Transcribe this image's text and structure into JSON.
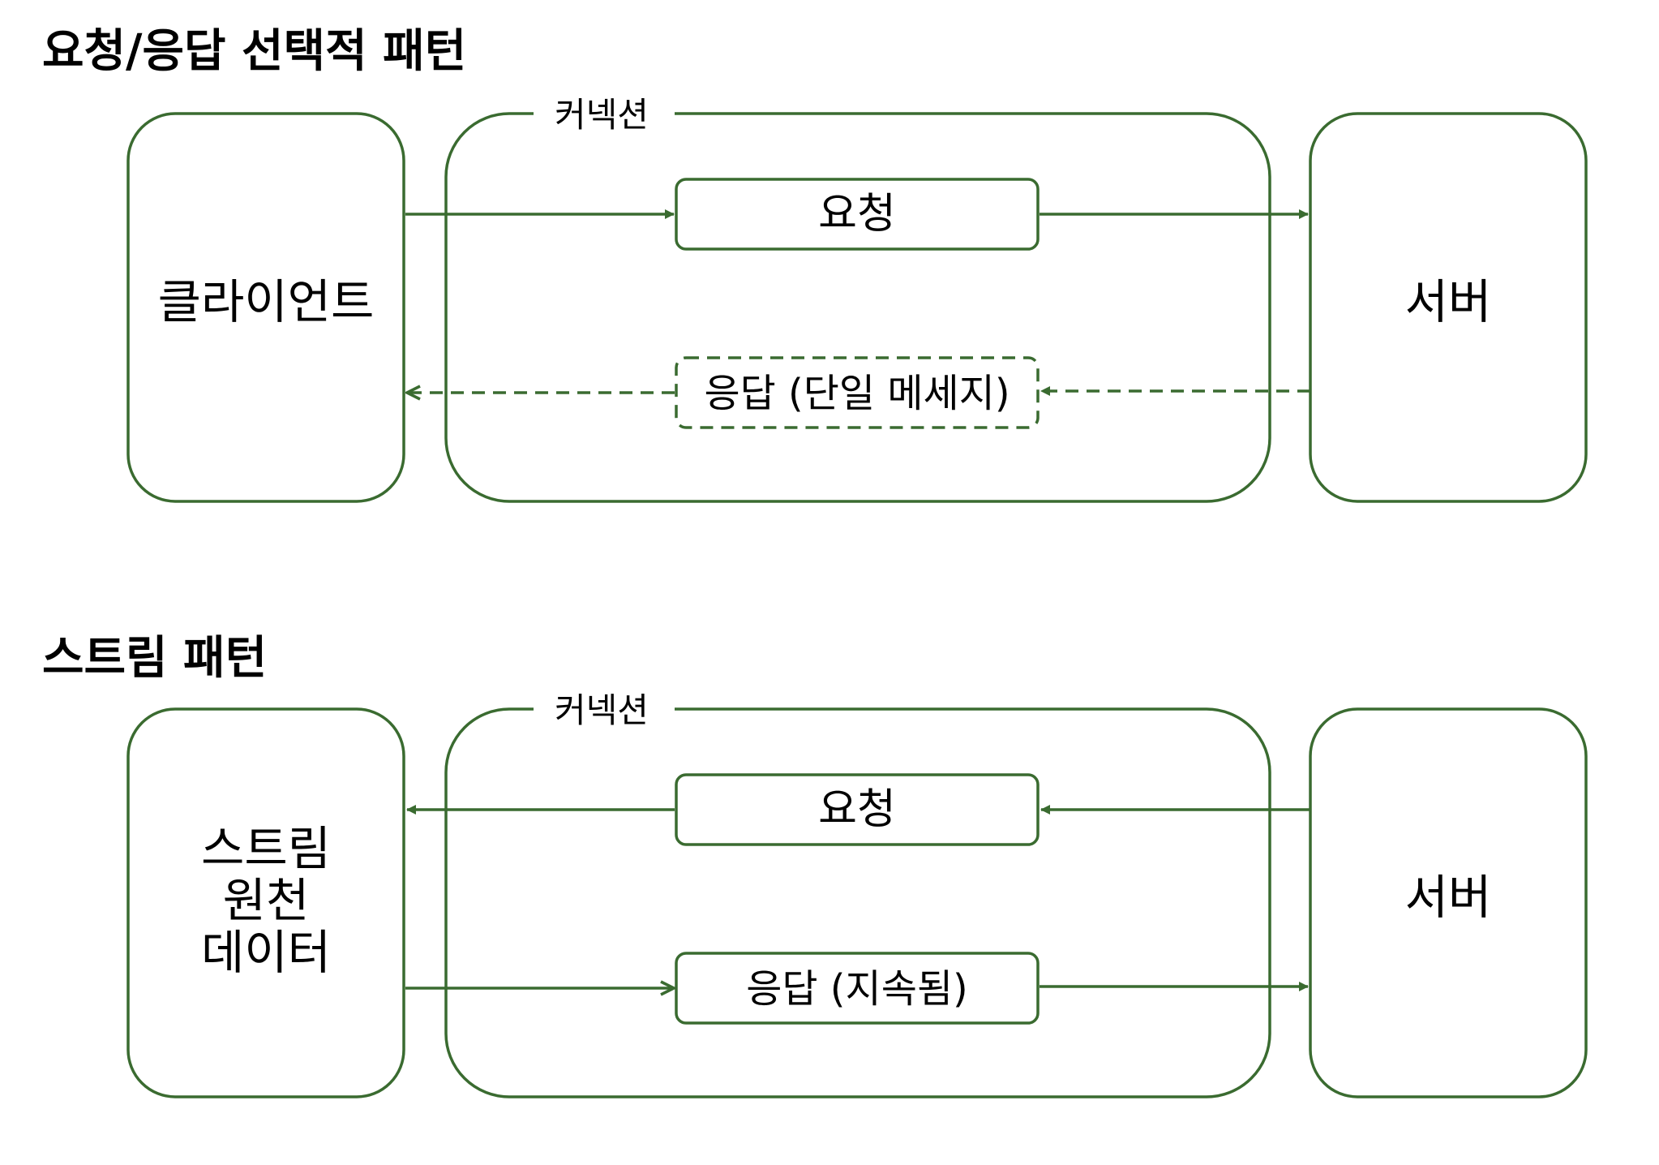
{
  "colors": {
    "stroke": "#3a6b30",
    "text": "#000000",
    "background": "#ffffff"
  },
  "patterns": [
    {
      "title": "요청/응답 선택적 패턴",
      "connection_label": "커넥션",
      "left_box": [
        "클라이언트"
      ],
      "right_box": "서버",
      "top_message": {
        "label": "요청",
        "direction": "to-right",
        "style": "solid"
      },
      "bottom_message": {
        "label": "응답 (단일 메세지)",
        "direction": "to-left",
        "style": "dashed"
      }
    },
    {
      "title": "스트림 패턴",
      "connection_label": "커넥션",
      "left_box": [
        "스트림",
        "원천",
        "데이터"
      ],
      "right_box": "서버",
      "top_message": {
        "label": "요청",
        "direction": "to-left",
        "style": "solid"
      },
      "bottom_message": {
        "label": "응답 (지속됨)",
        "direction": "to-right",
        "style": "solid"
      }
    }
  ]
}
